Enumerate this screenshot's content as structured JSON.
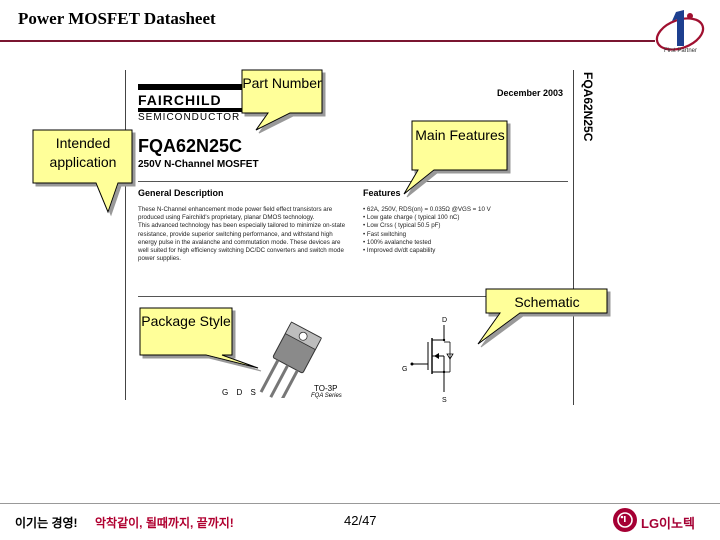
{
  "slide": {
    "title": "Power MOSFET Datasheet",
    "page": "42/47"
  },
  "header_logo": {
    "caption": "First Partner"
  },
  "datasheet": {
    "brand": "FAIRCHILD",
    "brand_sub": "SEMICONDUCTOR",
    "date": "December 2003",
    "vertical_part_number": "FQA62N25C",
    "part_number": "FQA62N25C",
    "subtitle": "250V N-Channel MOSFET",
    "general_description_heading": "General Description",
    "general_description_text": "These N-Channel enhancement mode power field effect transistors are produced using Fairchild's proprietary, planar DMOS technology.\nThis advanced technology has been especially tailored to minimize on-state resistance, provide superior switching performance, and withstand high energy pulse in the avalanche and commutation mode. These devices are well suited for high efficiency switching DC/DC converters and switch mode power supplies.",
    "features_heading": "Features",
    "features": [
      "62A, 250V, RDS(on) = 0.035Ω @VGS = 10 V",
      "Low gate charge ( typical 100 nC)",
      "Low Crss ( typical 50.5 pF)",
      "Fast switching",
      "100% avalanche tested",
      "Improved dv/dt capability"
    ],
    "pins": "G D S",
    "package_name": "TO-3P",
    "package_series": "FQA Series",
    "schematic_labels": {
      "drain": "D",
      "gate": "G",
      "source": "S"
    }
  },
  "callouts": {
    "part_number": "Part Number",
    "intended_application": "Intended application",
    "main_features": "Main Features",
    "package_style": "Package Style",
    "schematic": "Schematic"
  },
  "footer": {
    "slogan_black": "이기는 경영!",
    "slogan_red": "악착같이, 될때까지, 끝까지!",
    "company": "LG이노텍"
  },
  "colors": {
    "title_rule": "#7a1530",
    "callout_fill": "#ffff99",
    "slogan_red": "#b00030",
    "lg_brand": "#a50034"
  }
}
